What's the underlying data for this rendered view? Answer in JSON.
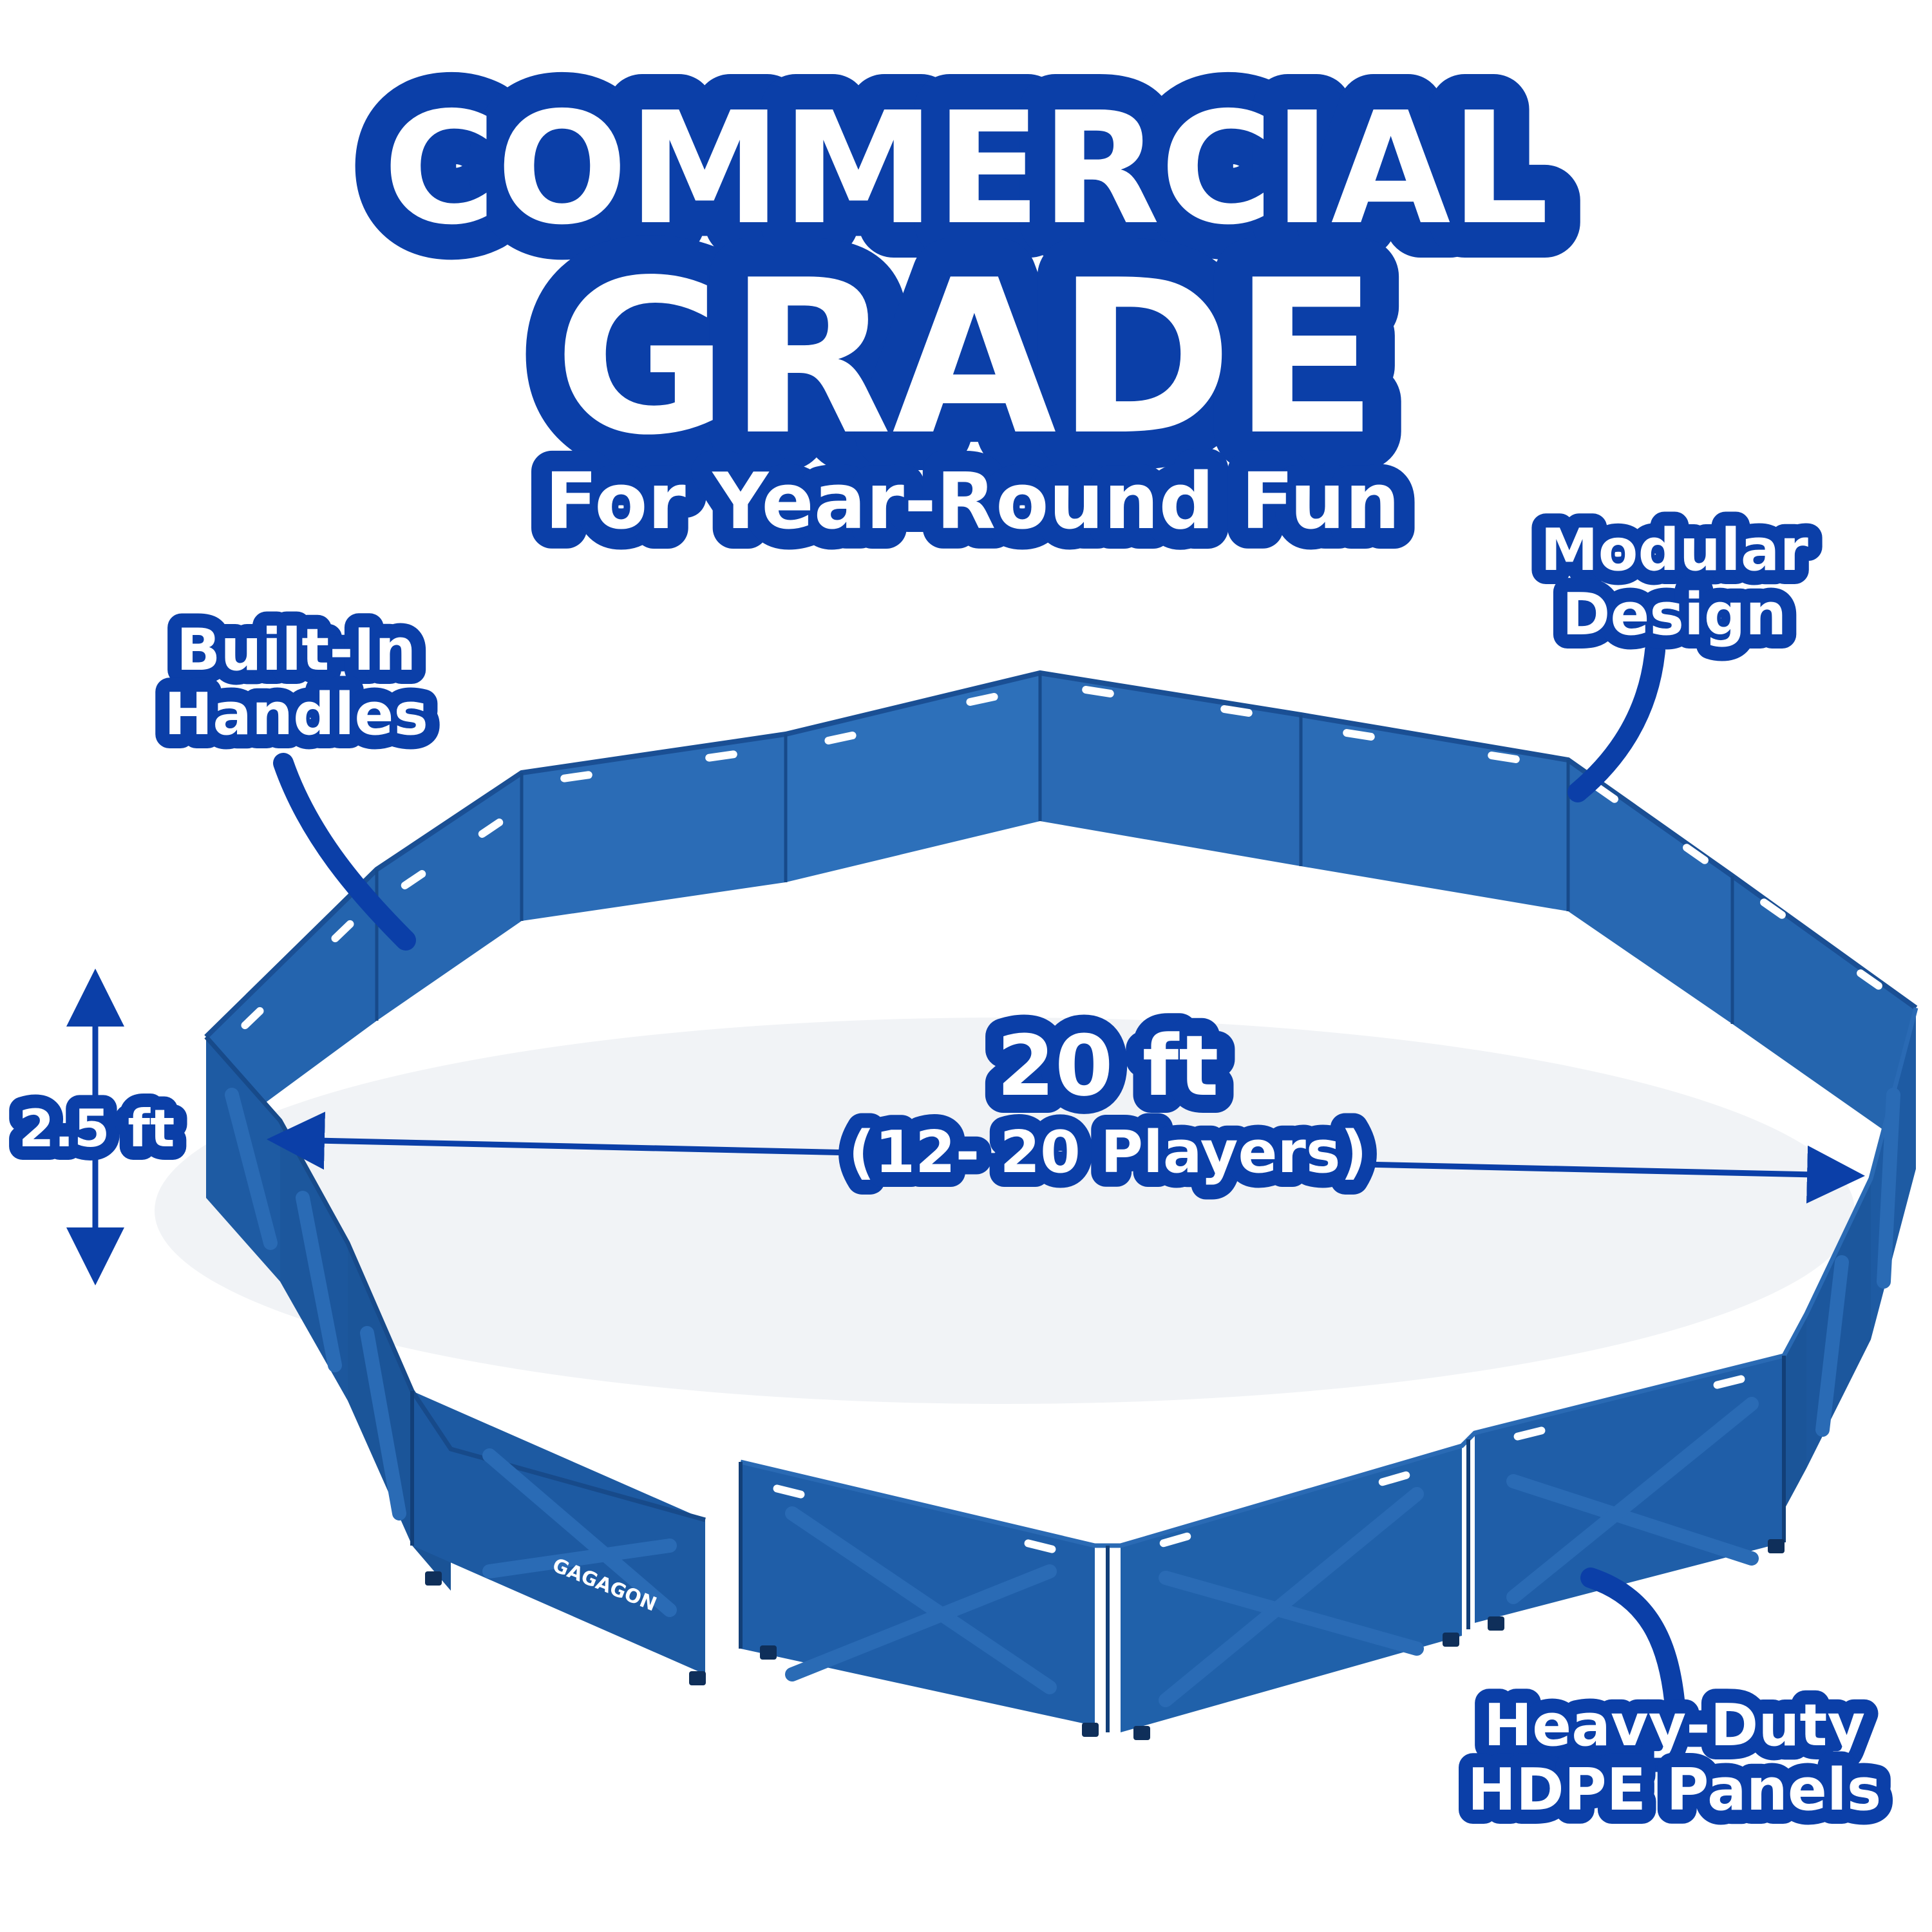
{
  "headline": {
    "line1": "COMMERCIAL",
    "line2": "GRADE",
    "tagline": "For Year-Round Fun"
  },
  "callouts": {
    "handles": {
      "line1": "Built-In",
      "line2": "Handles"
    },
    "modular": {
      "line1": "Modular",
      "line2": "Design"
    },
    "panels": {
      "line1": "Heavy-Duty",
      "line2": "HDPE Panels"
    }
  },
  "dimensions": {
    "height": "2.5 ft",
    "diameter": "20 ft",
    "players": "(12- 20 Players)"
  },
  "brand": {
    "panel_logo": "GAGAGON"
  },
  "colors": {
    "accent_blue": "#0b3fa8",
    "panel_blue": "#1f5fa8",
    "panel_blue_dark": "#17508f",
    "panel_blue_light": "#2d6fb8",
    "background": "#ffffff"
  }
}
